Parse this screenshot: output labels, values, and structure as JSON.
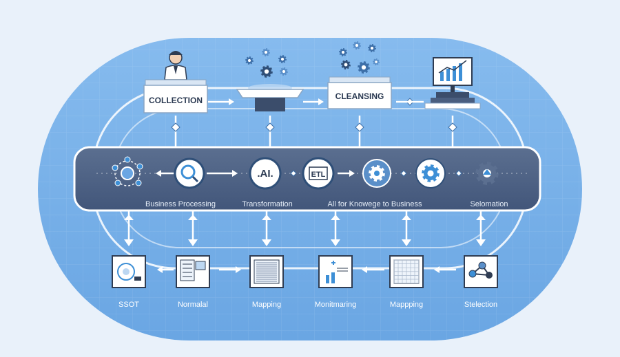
{
  "colors": {
    "background": "#e9f1fa",
    "track": "#79b0e8",
    "track_inner": "#8fc0ef",
    "band": "#4a5e7f",
    "line": "#ffffff",
    "node_fill": "#ffffff",
    "accent": "#3d8fd6"
  },
  "stations": [
    {
      "label": "COLLECTION",
      "icon": "person-at-desk-icon"
    },
    {
      "label": "",
      "icon": "gears-on-platform-icon"
    },
    {
      "label": "CLEANSING",
      "icon": "gears-cluster-icon"
    },
    {
      "label": "",
      "icon": "bar-chart-monitor-icon"
    }
  ],
  "band": {
    "nodes": [
      {
        "icon": "network-cluster-icon",
        "text": ""
      },
      {
        "icon": "magnifier-icon",
        "text": ""
      },
      {
        "icon": "ai-badge-icon",
        "text": ".AI."
      },
      {
        "icon": "etl-badge-icon",
        "text": "ETL"
      },
      {
        "icon": "gear-network-icon",
        "text": ""
      },
      {
        "icon": "gear-badge-icon",
        "text": ""
      },
      {
        "icon": "gear-icon",
        "text": ""
      }
    ],
    "labels": [
      "Business Processing",
      "Transformation",
      "All for Knowege to Business",
      "Selomation"
    ]
  },
  "outputs": [
    {
      "label": "SSOT",
      "icon": "ssot-panel-icon"
    },
    {
      "label": "Normalal",
      "icon": "document-icon"
    },
    {
      "label": "Mapping",
      "icon": "document-lines-icon"
    },
    {
      "label": "Monitmaring",
      "icon": "report-chart-icon"
    },
    {
      "label": "Mappping",
      "icon": "grid-document-icon"
    },
    {
      "label": "Stelection",
      "icon": "node-graph-icon"
    }
  ]
}
